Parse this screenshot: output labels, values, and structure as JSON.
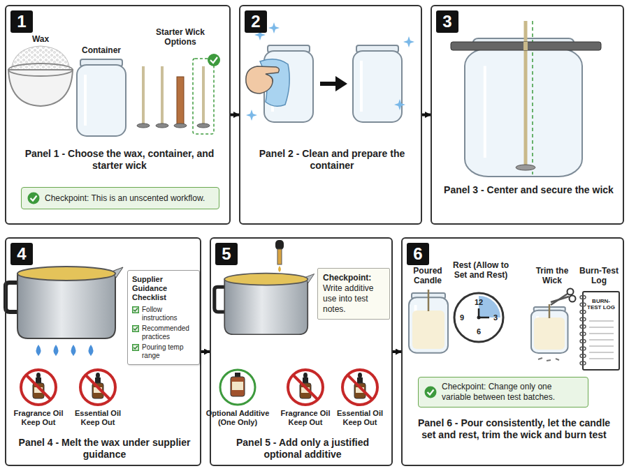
{
  "diagram": {
    "nodes": [
      {
        "text": [
          "Panel 1 - Choose the wax, container, and starter wick"
        ]
      },
      {
        "text": [
          "1"
        ],
        "in": 0
      },
      {
        "text": [
          "Checkpoint: This is an unscented workflow."
        ],
        "in": 0
      },
      {
        "text": [
          "Panel 2 - Clean and prepare the container"
        ]
      },
      {
        "text": [
          "2"
        ],
        "in": 3
      },
      {
        "text": [
          "Panel 3 - Center and secure the wick"
        ]
      },
      {
        "text": [
          "3"
        ],
        "in": 5
      },
      {
        "text": [
          "Panel 4 - Melt the wax under supplier guidance"
        ]
      },
      {
        "text": [
          "4"
        ],
        "in": 7
      },
      {
        "text": [
          "Supplier Guidance Checklist",
          "Follow instructions",
          "Recommended practices",
          "Pouring temp range"
        ],
        "in": 7
      },
      {
        "text": [
          "Panel 5 - Add only a justified optional additive"
        ]
      },
      {
        "text": [
          "5"
        ],
        "in": 10
      },
      {
        "text": [
          "Checkpoint:",
          "Write additive use into test notes."
        ],
        "in": 10
      },
      {
        "text": [
          "Panel 6 - Pour consistently, let the candle set and rest, trim the wick and burn test"
        ]
      },
      {
        "text": [
          "6"
        ],
        "in": 13
      },
      {
        "text": [
          "Checkpoint: Change only one variable between test batches."
        ],
        "in": 13
      }
    ],
    "edges": [
      {
        "from": 0,
        "to": 3,
        "arrow": "to"
      },
      {
        "from": 3,
        "to": 5,
        "arrow": "to"
      },
      {
        "from": 7,
        "to": 10,
        "arrow": "to"
      },
      {
        "from": 10,
        "to": 13,
        "arrow": "to"
      }
    ],
    "labels": [
      "Wax",
      "Container",
      "Starter Wick Options",
      "Fragrance Oil Keep Out",
      "Essential Oil Keep Out",
      "Optional Additive (One Only)",
      "Fragrance Oil Keep Out",
      "Essential Oil Keep Out",
      "Poured Candle",
      "Rest (Allow to Set and Rest)",
      "12",
      "3",
      "6",
      "9",
      "Trim the Wick",
      "Burn-Test Log",
      "BURN-TEST LOG"
    ]
  }
}
